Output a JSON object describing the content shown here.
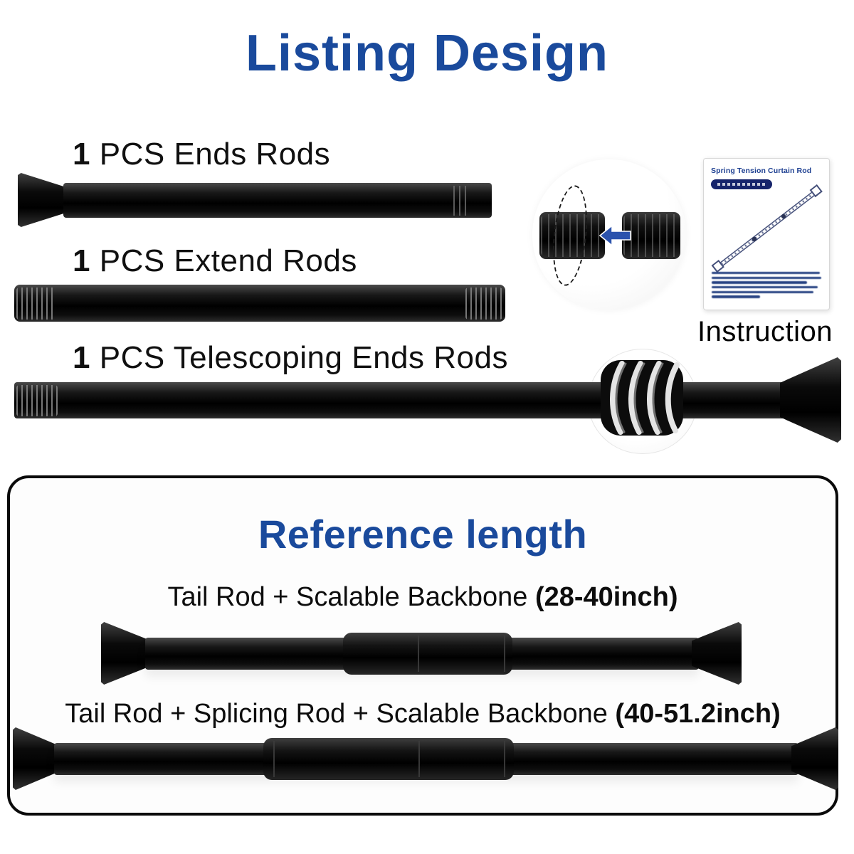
{
  "title": "Listing Design",
  "parts": [
    {
      "qty": "1",
      "name": "PCS Ends Rods"
    },
    {
      "qty": "1",
      "name": "PCS Extend Rods"
    },
    {
      "qty": "1",
      "name": "PCS Telescoping Ends Rods"
    }
  ],
  "instruction": {
    "caption": "Instruction",
    "card_title": "Spring Tension Curtain Rod"
  },
  "reference": {
    "title": "Reference length",
    "rows": [
      {
        "label": "Tail Rod + Scalable Backbone",
        "range": "(28-40inch)"
      },
      {
        "label": "Tail Rod + Splicing Rod + Scalable Backbone",
        "range": "(40-51.2inch)"
      }
    ]
  },
  "icons": {
    "insert_arrow": "arrow-left",
    "rotation_indicator": "dashed-rotation-ellipse",
    "spring": "coil-spring"
  },
  "colors": {
    "heading_blue": "#1a4a9c",
    "arrow_blue": "#2a52ad",
    "rod_black": "#0d0d0d"
  }
}
